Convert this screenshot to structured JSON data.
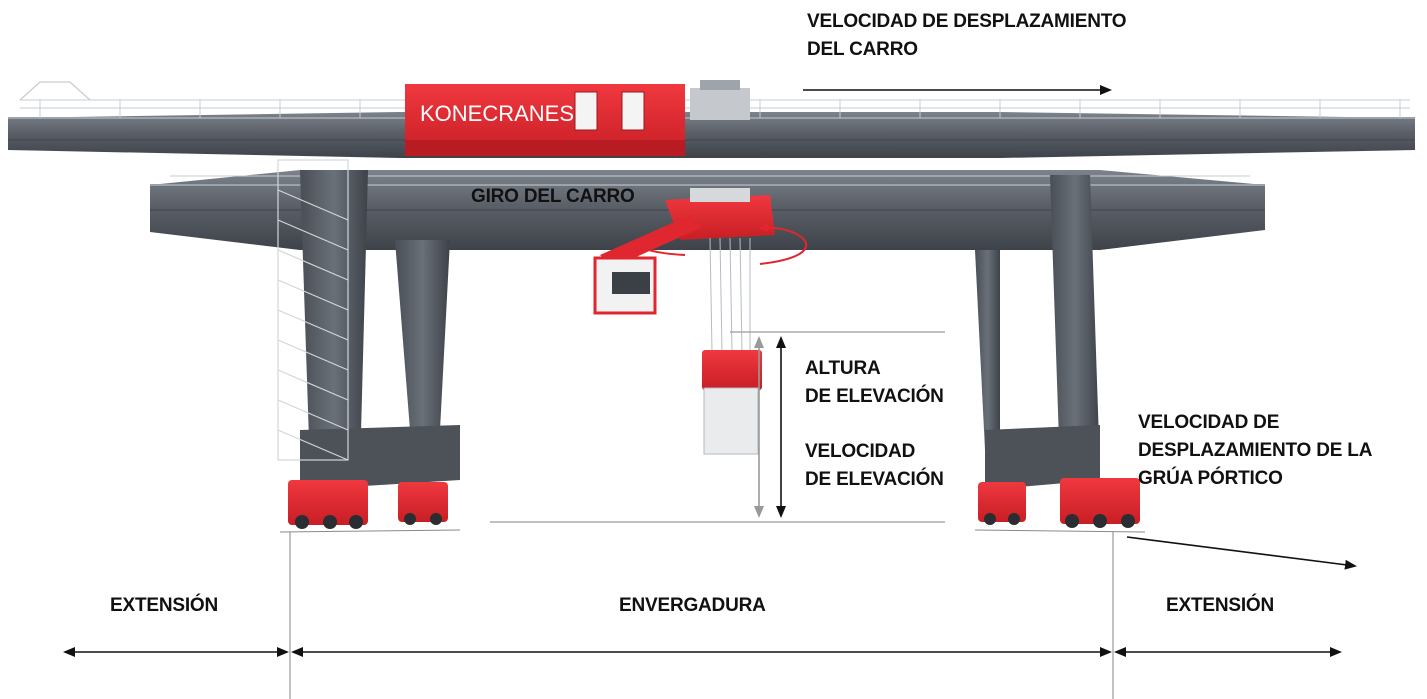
{
  "brand": {
    "name": "KONECRANES"
  },
  "labels": {
    "trolley_speed": [
      "VELOCIDAD DE DESPLAZAMIENTO",
      "DEL CARRO"
    ],
    "trolley_rotation": "GIRO DEL CARRO",
    "lifting_height": [
      "ALTURA",
      "DE ELEVACIÓN"
    ],
    "lifting_speed": [
      "VELOCIDAD",
      "DE ELEVACIÓN"
    ],
    "gantry_speed": [
      "VELOCIDAD DE",
      "DESPLAZAMIENTO DE LA",
      "GRÚA PÓRTICO"
    ],
    "outreach_left": "EXTENSIÓN",
    "span": "ENVERGADURA",
    "outreach_right": "EXTENSIÓN"
  },
  "colors": {
    "steel": "#5b6068",
    "steel_dark": "#3e434a",
    "steel_light": "#8a9098",
    "accent_red": "#e0262e",
    "dim_line": "#111111",
    "guide_line": "#9a9a9a"
  }
}
